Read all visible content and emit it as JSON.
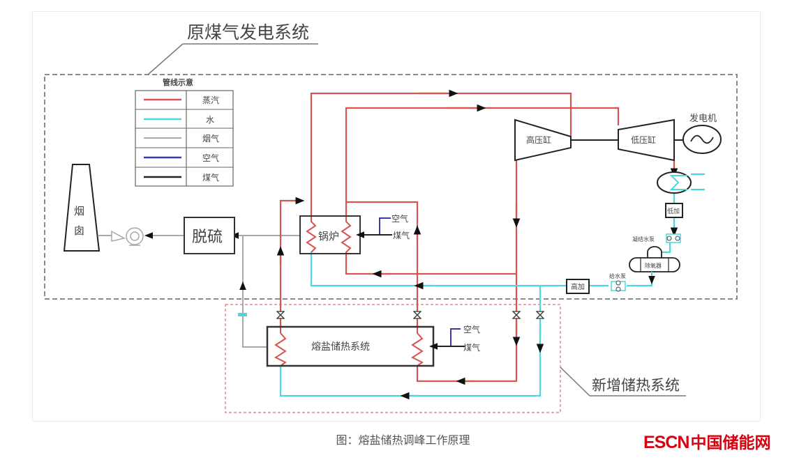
{
  "colors": {
    "steam": "#d9534f",
    "water": "#4dd6dc",
    "flue_gas": "#a8a8a8",
    "air": "#3a3aa8",
    "coal_gas": "#222222",
    "existing_boundary": "#8a8a8a",
    "new_boundary": "#e08a8a",
    "logo": "#d7000f"
  },
  "titles": {
    "original_system": "原煤气发电系统",
    "new_system": "新增储热系统"
  },
  "legend": {
    "title": "管线示意",
    "items": [
      {
        "label": "蒸汽",
        "color_key": "steam"
      },
      {
        "label": "水",
        "color_key": "water"
      },
      {
        "label": "烟气",
        "color_key": "flue_gas"
      },
      {
        "label": "空气",
        "color_key": "air"
      },
      {
        "label": "煤气",
        "color_key": "coal_gas"
      }
    ]
  },
  "components": {
    "chimney": "烟囱",
    "desulfurization": "脱硫",
    "boiler": "锅炉",
    "boiler_air": "空气",
    "boiler_gas": "煤气",
    "hp_cylinder": "高压缸",
    "lp_cylinder": "低压缸",
    "generator": "发电机",
    "lp_heater": "低加",
    "condensate_pump": "凝结水泵",
    "deaerator": "除氧器",
    "feed_pump": "给水泵",
    "hp_heater": "高加",
    "molten_salt": "熔盐储热系统",
    "salt_air": "空气",
    "salt_gas": "煤气"
  },
  "caption": "图：熔盐储热调峰工作原理",
  "logo": {
    "latin": "ESCN",
    "chinese": "中国储能网"
  }
}
